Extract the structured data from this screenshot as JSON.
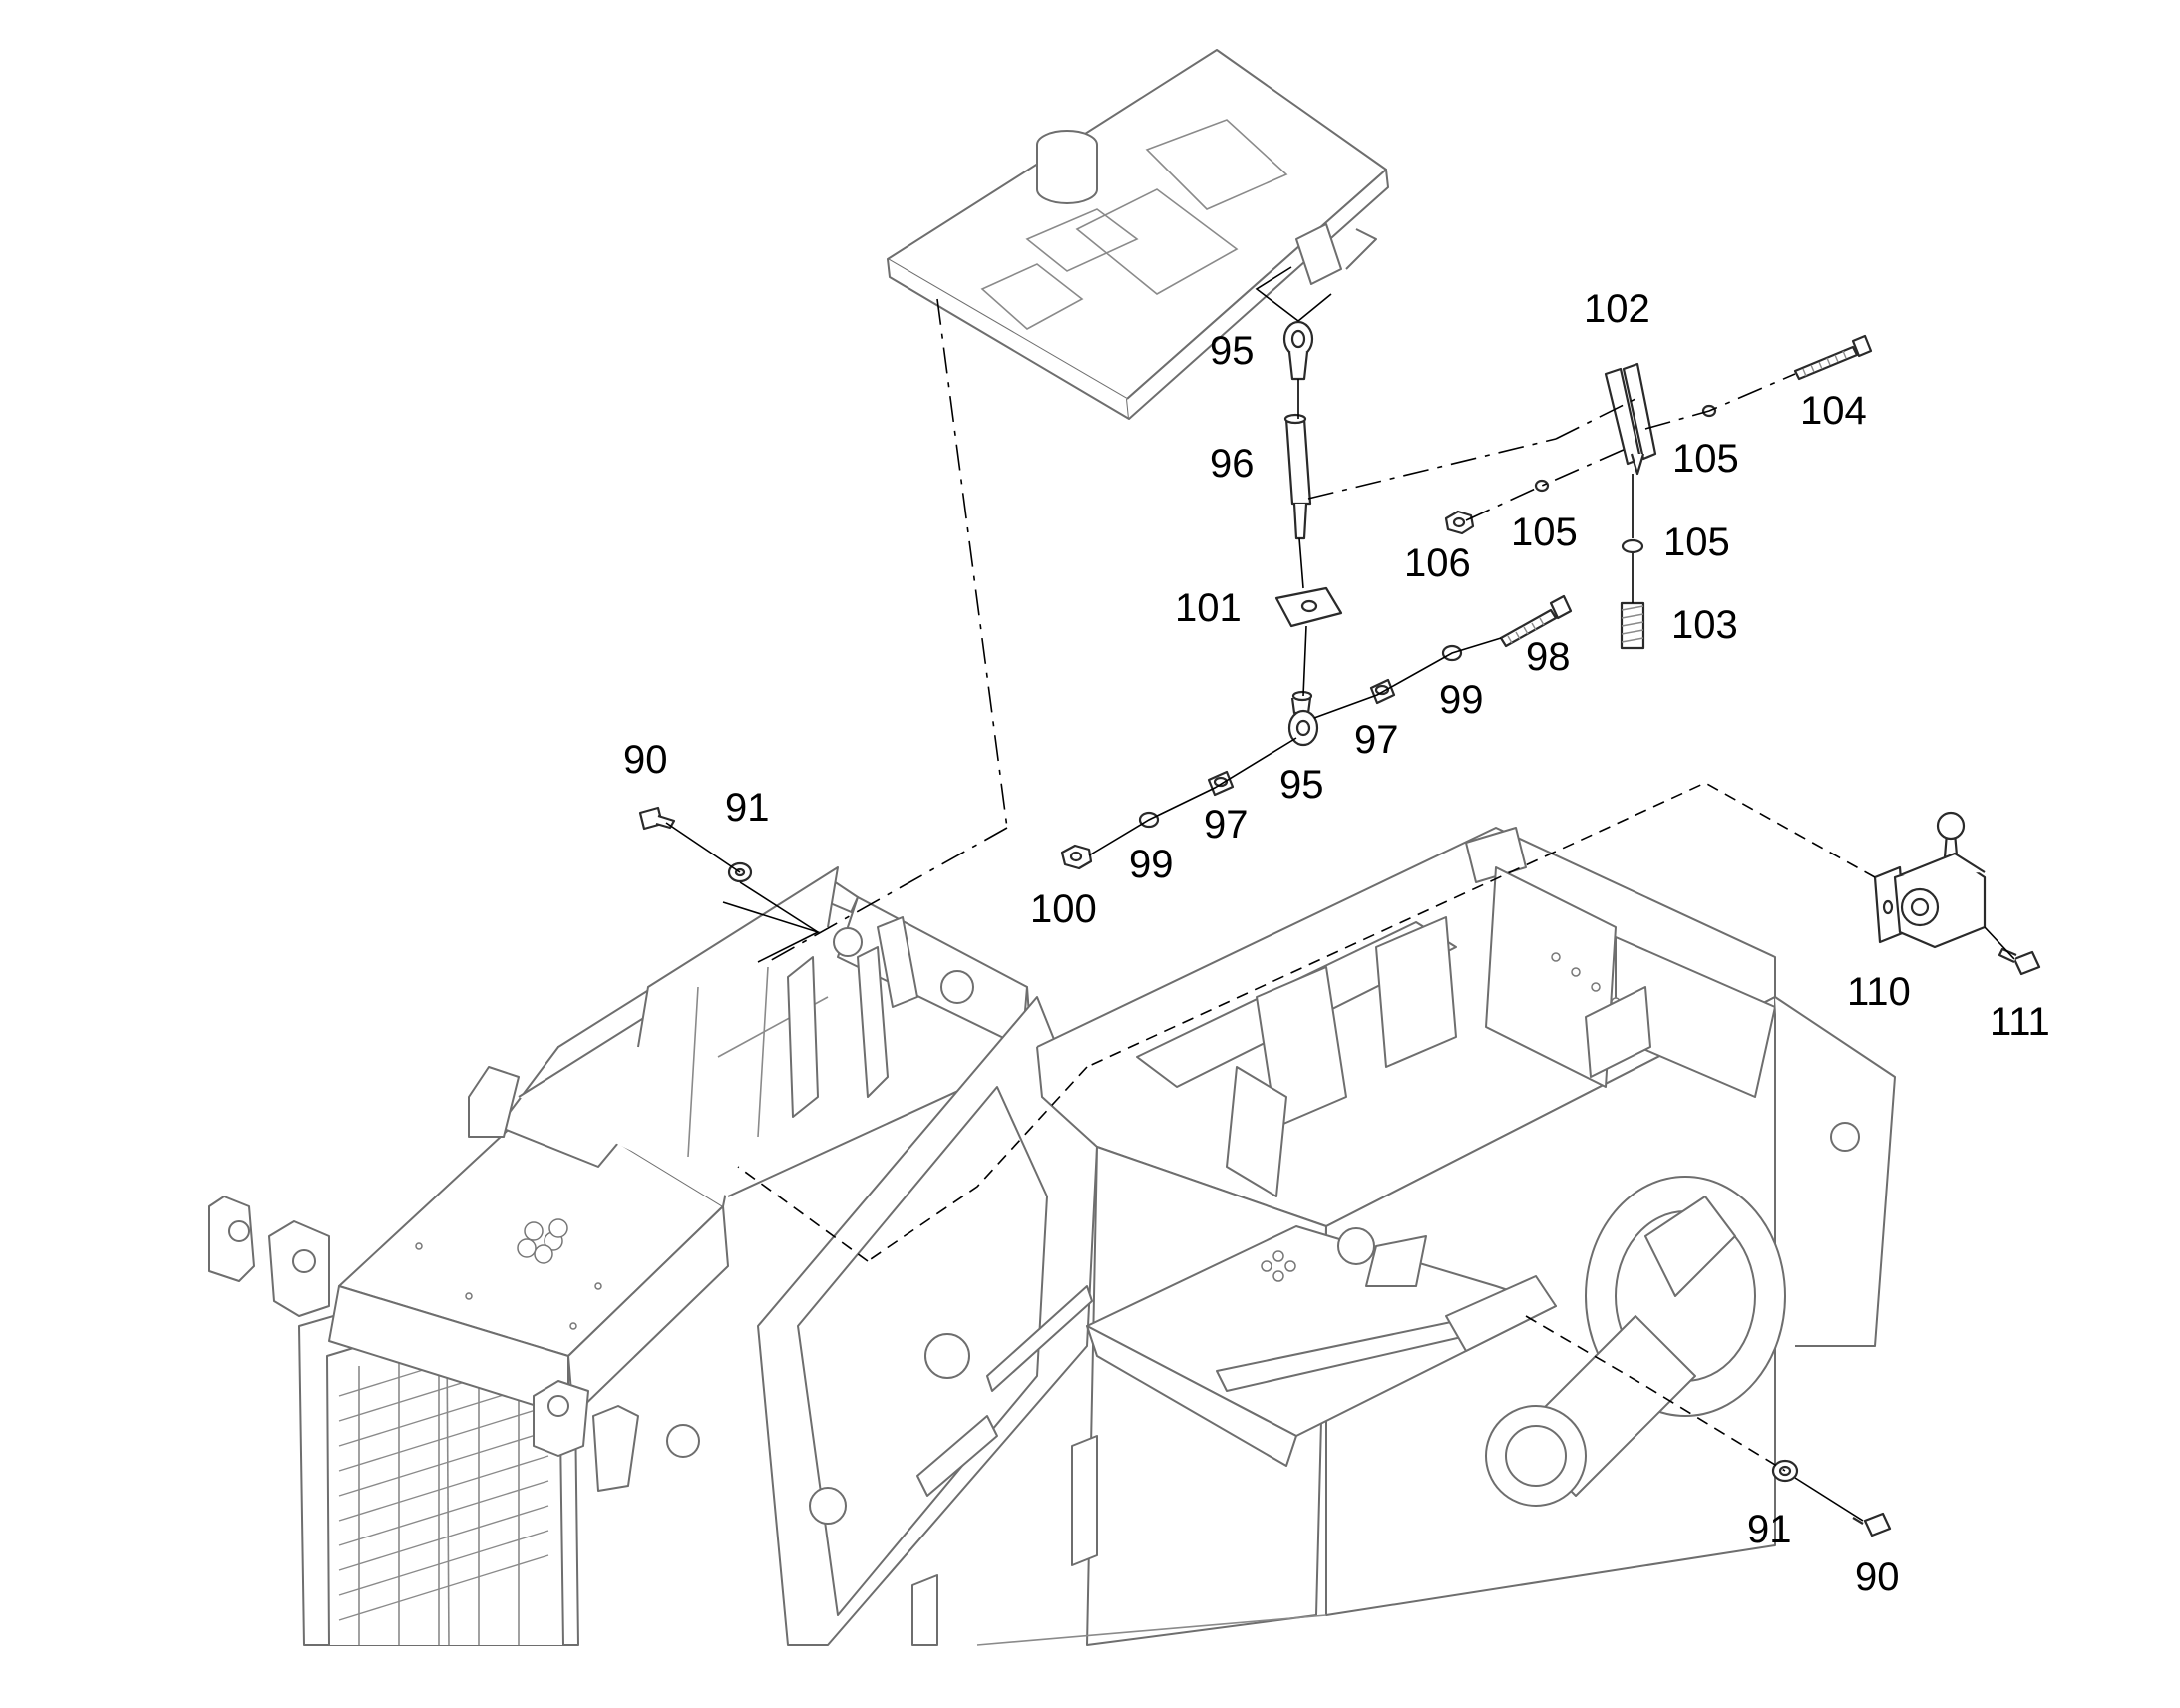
{
  "callouts": [
    {
      "id": "c90a",
      "label": "90"
    },
    {
      "id": "c91a",
      "label": "91"
    },
    {
      "id": "c95a",
      "label": "95"
    },
    {
      "id": "c95b",
      "label": "95"
    },
    {
      "id": "c96",
      "label": "96"
    },
    {
      "id": "c97a",
      "label": "97"
    },
    {
      "id": "c97b",
      "label": "97"
    },
    {
      "id": "c98",
      "label": "98"
    },
    {
      "id": "c99a",
      "label": "99"
    },
    {
      "id": "c99b",
      "label": "99"
    },
    {
      "id": "c100",
      "label": "100"
    },
    {
      "id": "c101",
      "label": "101"
    },
    {
      "id": "c102",
      "label": "102"
    },
    {
      "id": "c103",
      "label": "103"
    },
    {
      "id": "c104",
      "label": "104"
    },
    {
      "id": "c105a",
      "label": "105"
    },
    {
      "id": "c105b",
      "label": "105"
    },
    {
      "id": "c105c",
      "label": "105"
    },
    {
      "id": "c106",
      "label": "106"
    },
    {
      "id": "c110",
      "label": "110"
    },
    {
      "id": "c111",
      "label": "111"
    },
    {
      "id": "c91b",
      "label": "91"
    },
    {
      "id": "c90b",
      "label": "90"
    }
  ],
  "colors": {
    "line": "#6e6e6e",
    "leader": "#000000",
    "background": "#ffffff"
  }
}
